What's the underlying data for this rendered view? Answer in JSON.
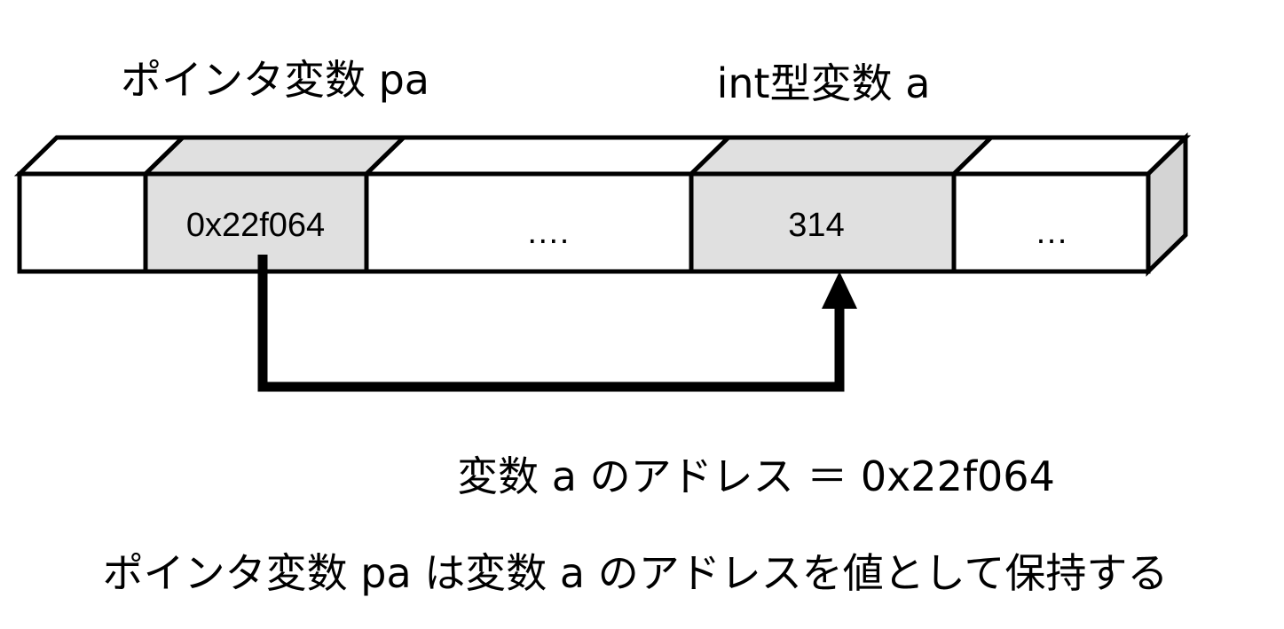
{
  "labels": {
    "pointer_var": "ポインタ変数 pa",
    "int_var": "int型変数 a",
    "address_eq": "変数 a のアドレス ＝ 0x22f064",
    "caption": "ポインタ変数 pa は変数 a のアドレスを値として保持する"
  },
  "cells": [
    {
      "text": "",
      "highlighted": false
    },
    {
      "text": "0x22f064",
      "highlighted": true
    },
    {
      "text": "….",
      "highlighted": false
    },
    {
      "text": "314",
      "highlighted": true
    },
    {
      "text": "…",
      "highlighted": false
    }
  ],
  "colors": {
    "highlight_fill": "#e0e0e0",
    "side_fill": "#d4d4d4",
    "plain_fill": "#ffffff",
    "stroke": "#000000"
  }
}
